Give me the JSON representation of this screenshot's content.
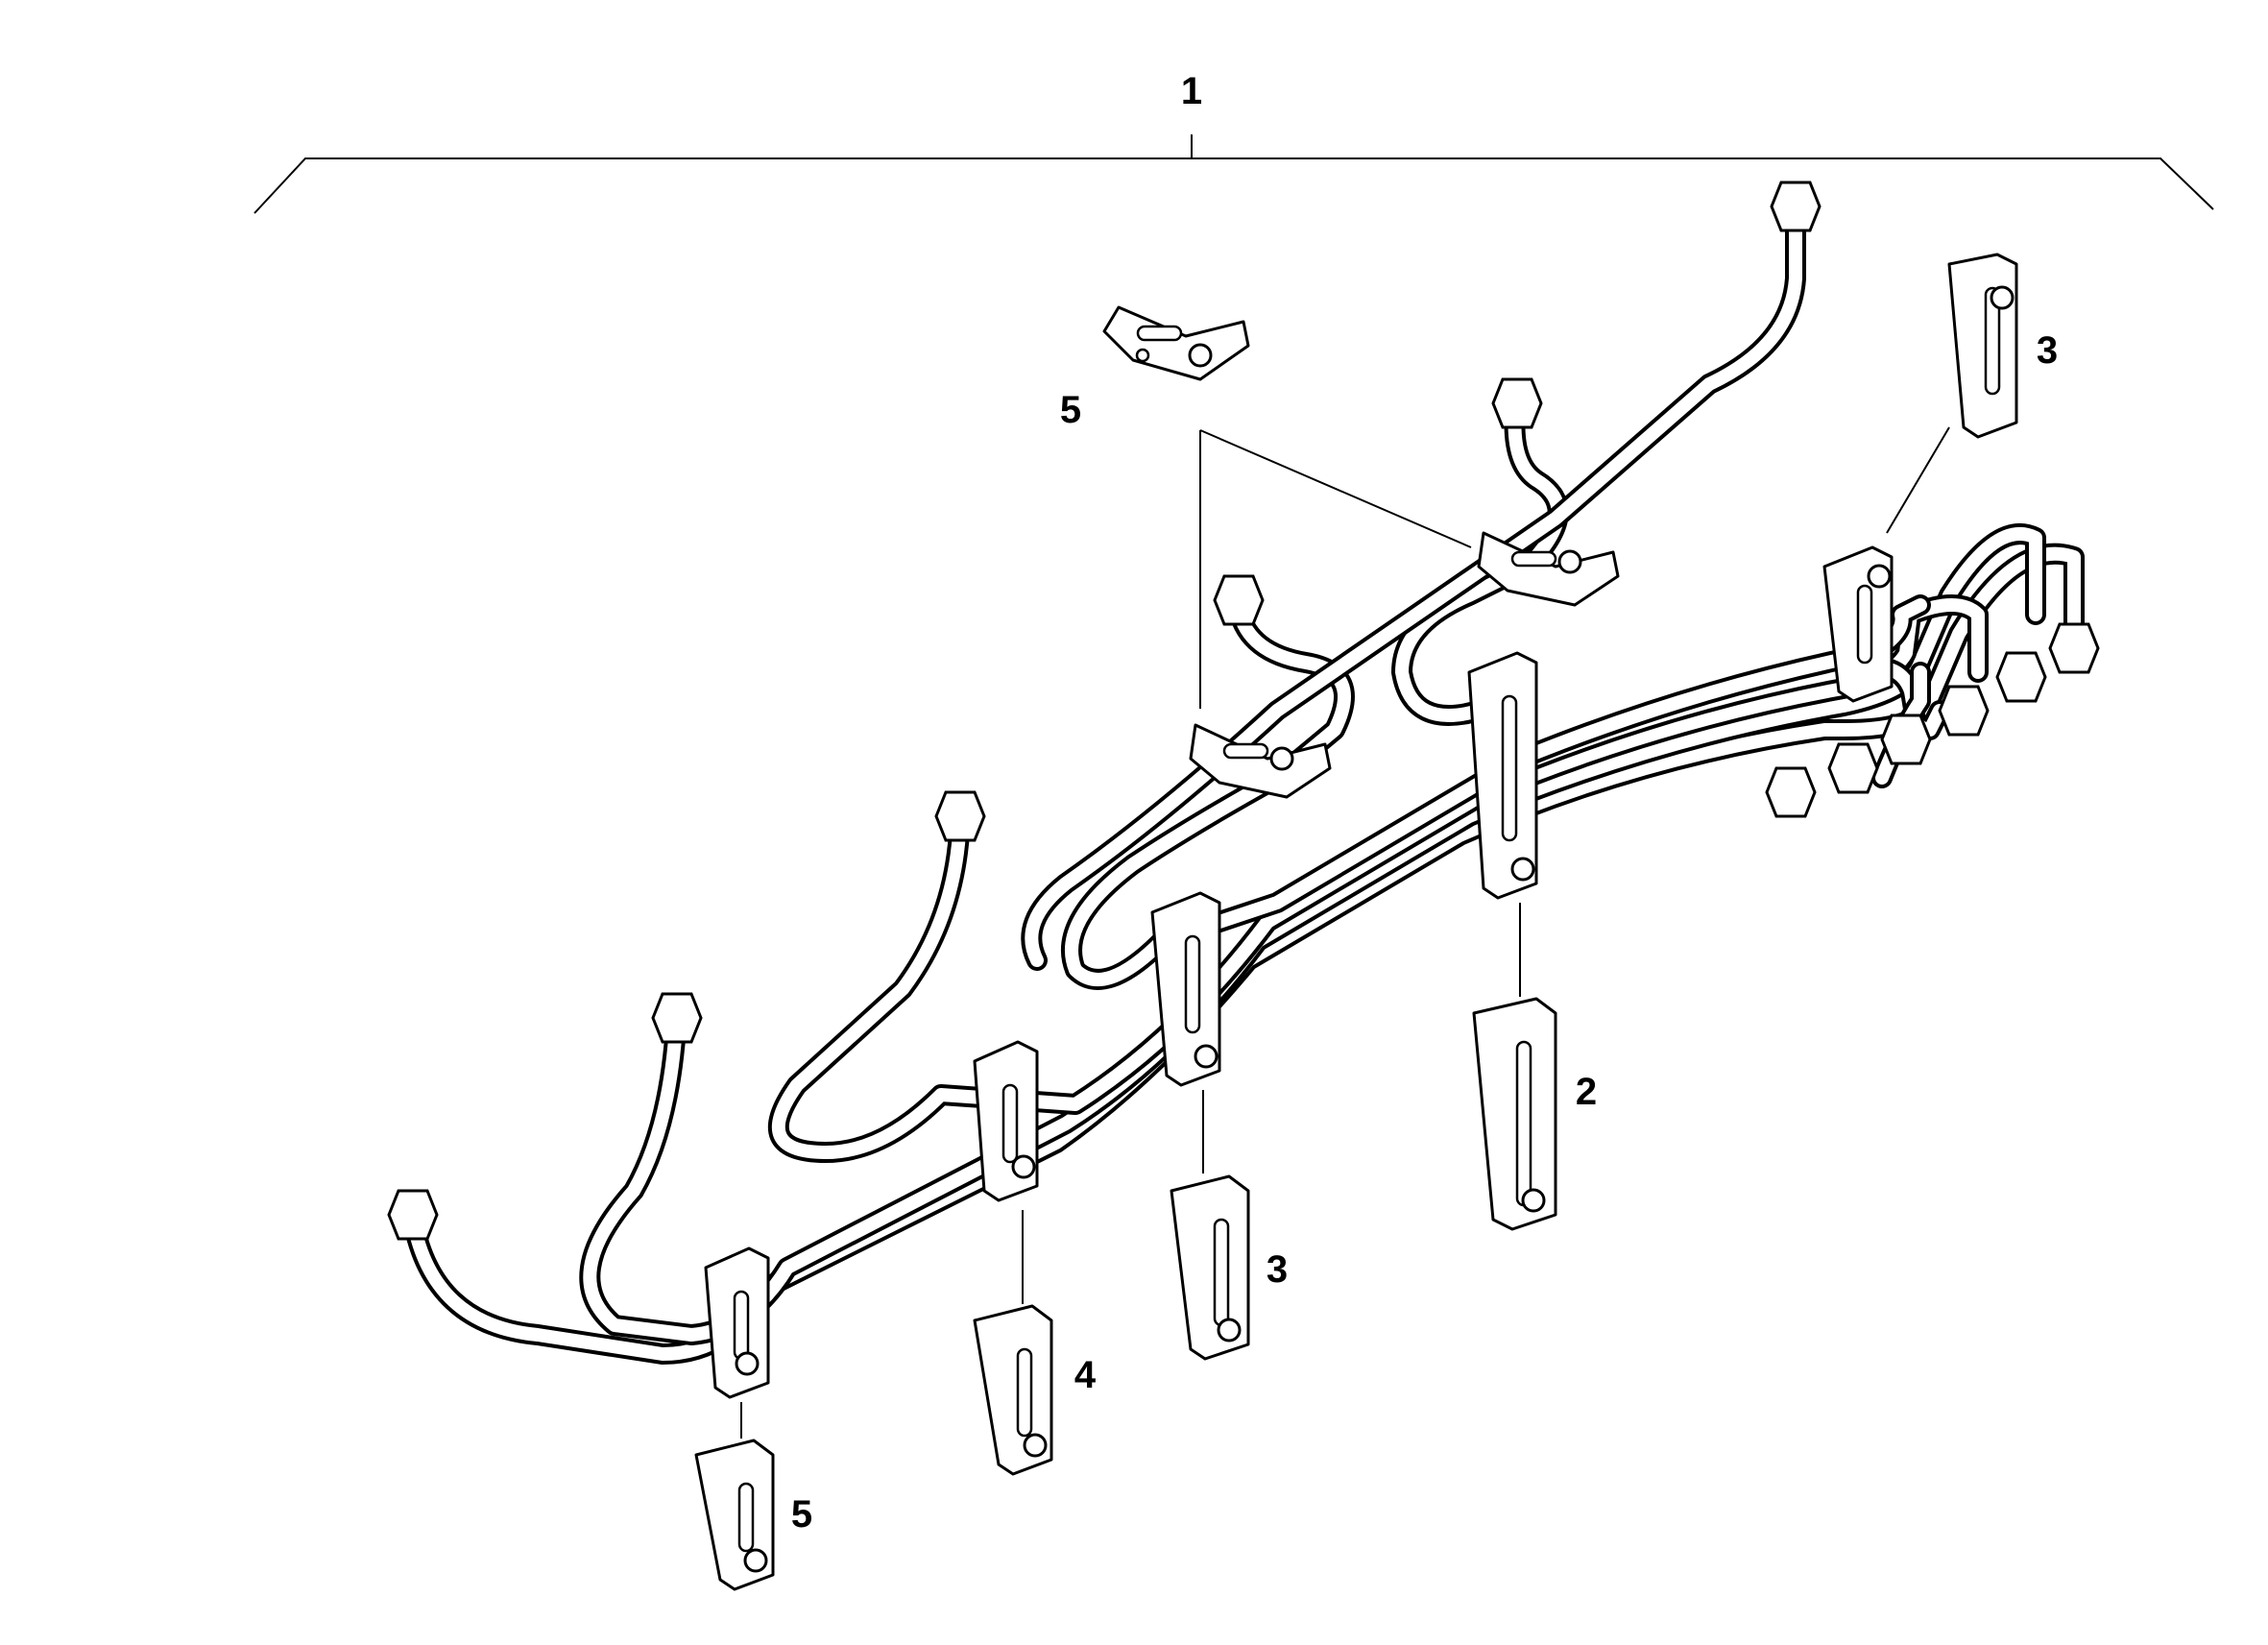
{
  "diagram": {
    "callouts": [
      {
        "id": "c1",
        "text": "1"
      },
      {
        "id": "c5a",
        "text": "5"
      },
      {
        "id": "c3a",
        "text": "3"
      },
      {
        "id": "c2",
        "text": "2"
      },
      {
        "id": "c3b",
        "text": "3"
      },
      {
        "id": "c4",
        "text": "4"
      },
      {
        "id": "c5b",
        "text": "5"
      }
    ],
    "colors": {
      "ink": "#000000",
      "paper": "#ffffff"
    }
  }
}
